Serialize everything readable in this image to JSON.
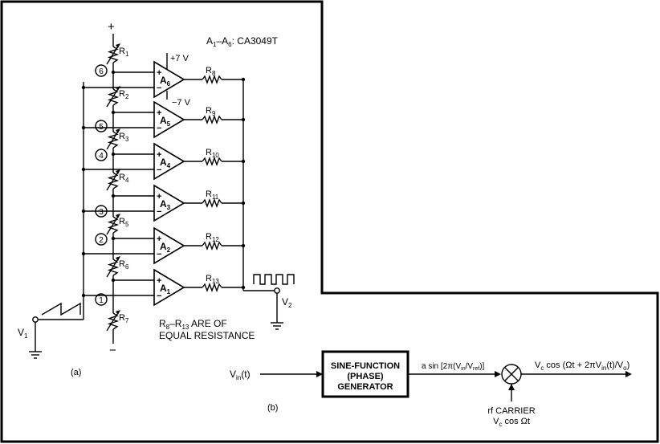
{
  "part_a": {
    "caption": "(a)",
    "supply_pos": "+",
    "supply_neg": "−",
    "amp_type": {
      "prefix": "A",
      "s1": "1",
      "dash": "–A",
      "s2": "6",
      "rest": ": CA3049T"
    },
    "pos_rail": "+7 V",
    "neg_rail": "−7 V",
    "ladder_resistors": [
      {
        "base": "R",
        "sub": "1"
      },
      {
        "base": "R",
        "sub": "2"
      },
      {
        "base": "R",
        "sub": "3"
      },
      {
        "base": "R",
        "sub": "4"
      },
      {
        "base": "R",
        "sub": "5"
      },
      {
        "base": "R",
        "sub": "6"
      },
      {
        "base": "R",
        "sub": "7"
      }
    ],
    "amplifiers": [
      {
        "base": "A",
        "sub": "6",
        "resistor_base": "R",
        "resistor_sub": "8",
        "node": "6"
      },
      {
        "base": "A",
        "sub": "5",
        "resistor_base": "R",
        "resistor_sub": "9",
        "node": "5"
      },
      {
        "base": "A",
        "sub": "4",
        "resistor_base": "R",
        "resistor_sub": "10",
        "node": "4"
      },
      {
        "base": "A",
        "sub": "3",
        "resistor_base": "R",
        "resistor_sub": "11",
        "node": "3"
      },
      {
        "base": "A",
        "sub": "2",
        "resistor_base": "R",
        "resistor_sub": "12",
        "node": "2"
      },
      {
        "base": "A",
        "sub": "1",
        "resistor_base": "R",
        "resistor_sub": "13",
        "node": "1"
      }
    ],
    "input": {
      "base": "V",
      "sub": "1"
    },
    "output": {
      "base": "V",
      "sub": "2"
    },
    "note": {
      "r": "R",
      "s1": "8",
      "dash": "–R",
      "s2": "13",
      "line1_rest": " ARE OF",
      "line2": "EQUAL RESISTANCE"
    }
  },
  "part_b": {
    "caption": "(b)",
    "input": {
      "base": "V",
      "sub": "in",
      "rest": "(t)"
    },
    "block": {
      "line1": "SINE-FUNCTION",
      "line2": "(PHASE)",
      "line3": "GENERATOR"
    },
    "block_output": {
      "pre": "a sin [2π(V",
      "s1": "in",
      "mid": "/V",
      "s2": "ref",
      "post": ")]"
    },
    "mixer_output": {
      "pre": "V",
      "s1": "c",
      "mid": " cos (Ωt + 2πV",
      "s2": "in",
      "mid2": "(t)/V",
      "s3": "o",
      "post": ")"
    },
    "carrier": {
      "line1": "rf CARRIER",
      "pre": "V",
      "s1": "c",
      "post": " cos Ωt"
    }
  }
}
